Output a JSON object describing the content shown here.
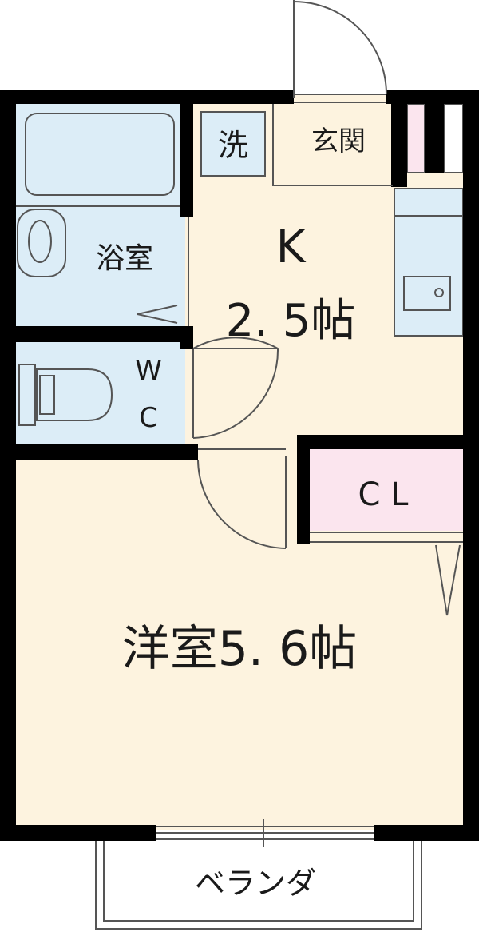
{
  "rooms": {
    "bath": "浴室",
    "wc_line1": "W",
    "wc_line2": "C",
    "washer": "洗",
    "entrance": "玄関",
    "kitchen_name": "K",
    "kitchen_size": "2. 5帖",
    "closet": "C L",
    "western_room": "洋室5. 6帖",
    "balcony": "ベランダ"
  },
  "colors": {
    "wall": "#000000",
    "room_floor": "#fdf3df",
    "wet_area": "#dcedf7",
    "closet": "#fbe5ee",
    "entrance": "#fdf3df",
    "line": "#555555"
  }
}
